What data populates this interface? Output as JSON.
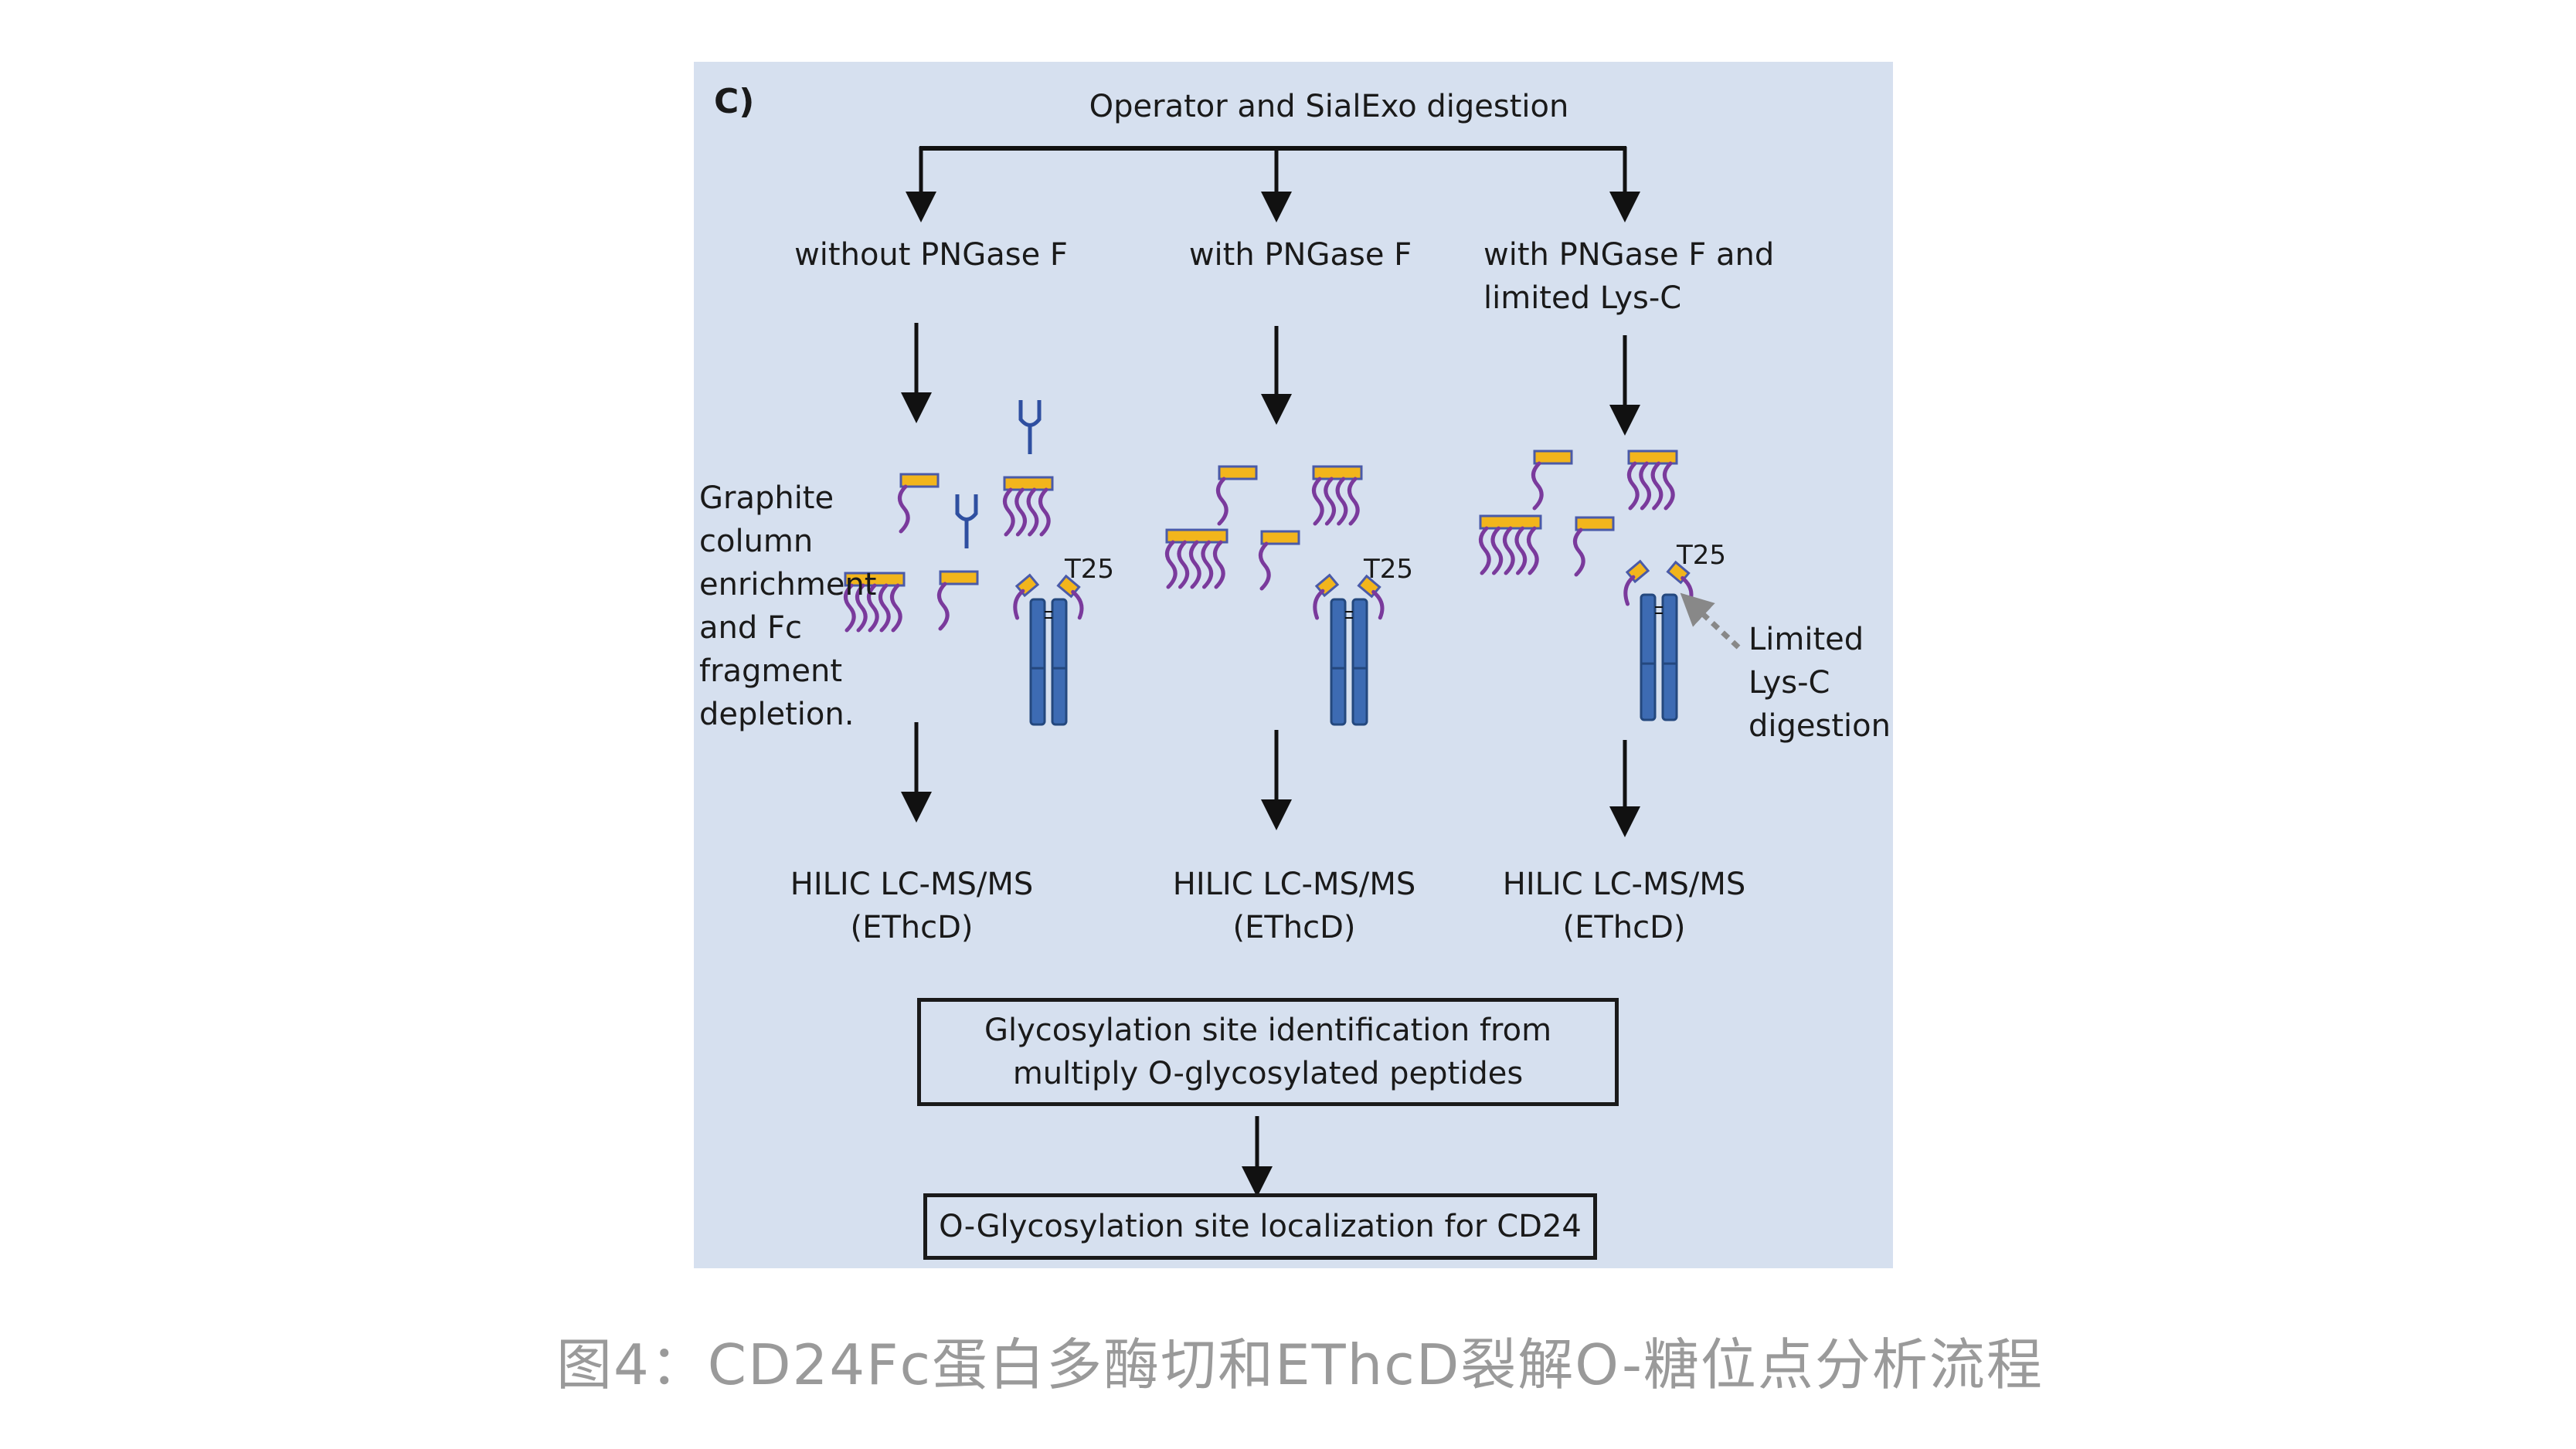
{
  "panel": {
    "label": "C)",
    "top_title": "Operator and SialExo digestion",
    "branches": [
      {
        "condition": "without PNGase F",
        "method": "HILIC LC-MS/MS",
        "method_sub": "(EThcD)",
        "site": "T25"
      },
      {
        "condition": "with PNGase F",
        "method": "HILIC LC-MS/MS",
        "method_sub": "(EThcD)",
        "site": "T25"
      },
      {
        "condition_line1": "with PNGase F and",
        "condition_line2": "limited Lys-C",
        "method": "HILIC LC-MS/MS",
        "method_sub": "(EThcD)",
        "site": "T25"
      }
    ],
    "left_note": [
      "Graphite",
      "column",
      "enrichment",
      "and Fc",
      "fragment",
      "depletion."
    ],
    "right_note": [
      "Limited",
      "Lys-C",
      "digestion"
    ],
    "box1_line1": "Glycosylation site identification from",
    "box1_line2": "multiply O-glycosylated peptides",
    "box2": "O-Glycosylation site localization for CD24"
  },
  "caption": "图4：CD24Fc蛋白多酶切和EThcD裂解O-糖位点分析流程",
  "colors": {
    "panel_bg": "#d6e0ef",
    "peptide": "#f2b51c",
    "peptide_edge": "#4a5aa8",
    "glycan": "#7a3a9c",
    "antibody": "#3d6bb3",
    "antibody_edge": "#24487e",
    "n_glycan": "#2f4fa0",
    "arrow": "#111111",
    "dashed_arrow": "#888888",
    "caption": "#9a9a9a"
  },
  "icons": [
    "peptide-with-o-glycans-icon",
    "n-glycan-fork-icon",
    "fc-antibody-icon",
    "flow-arrow-icon",
    "dashed-cleavage-arrow-icon"
  ]
}
